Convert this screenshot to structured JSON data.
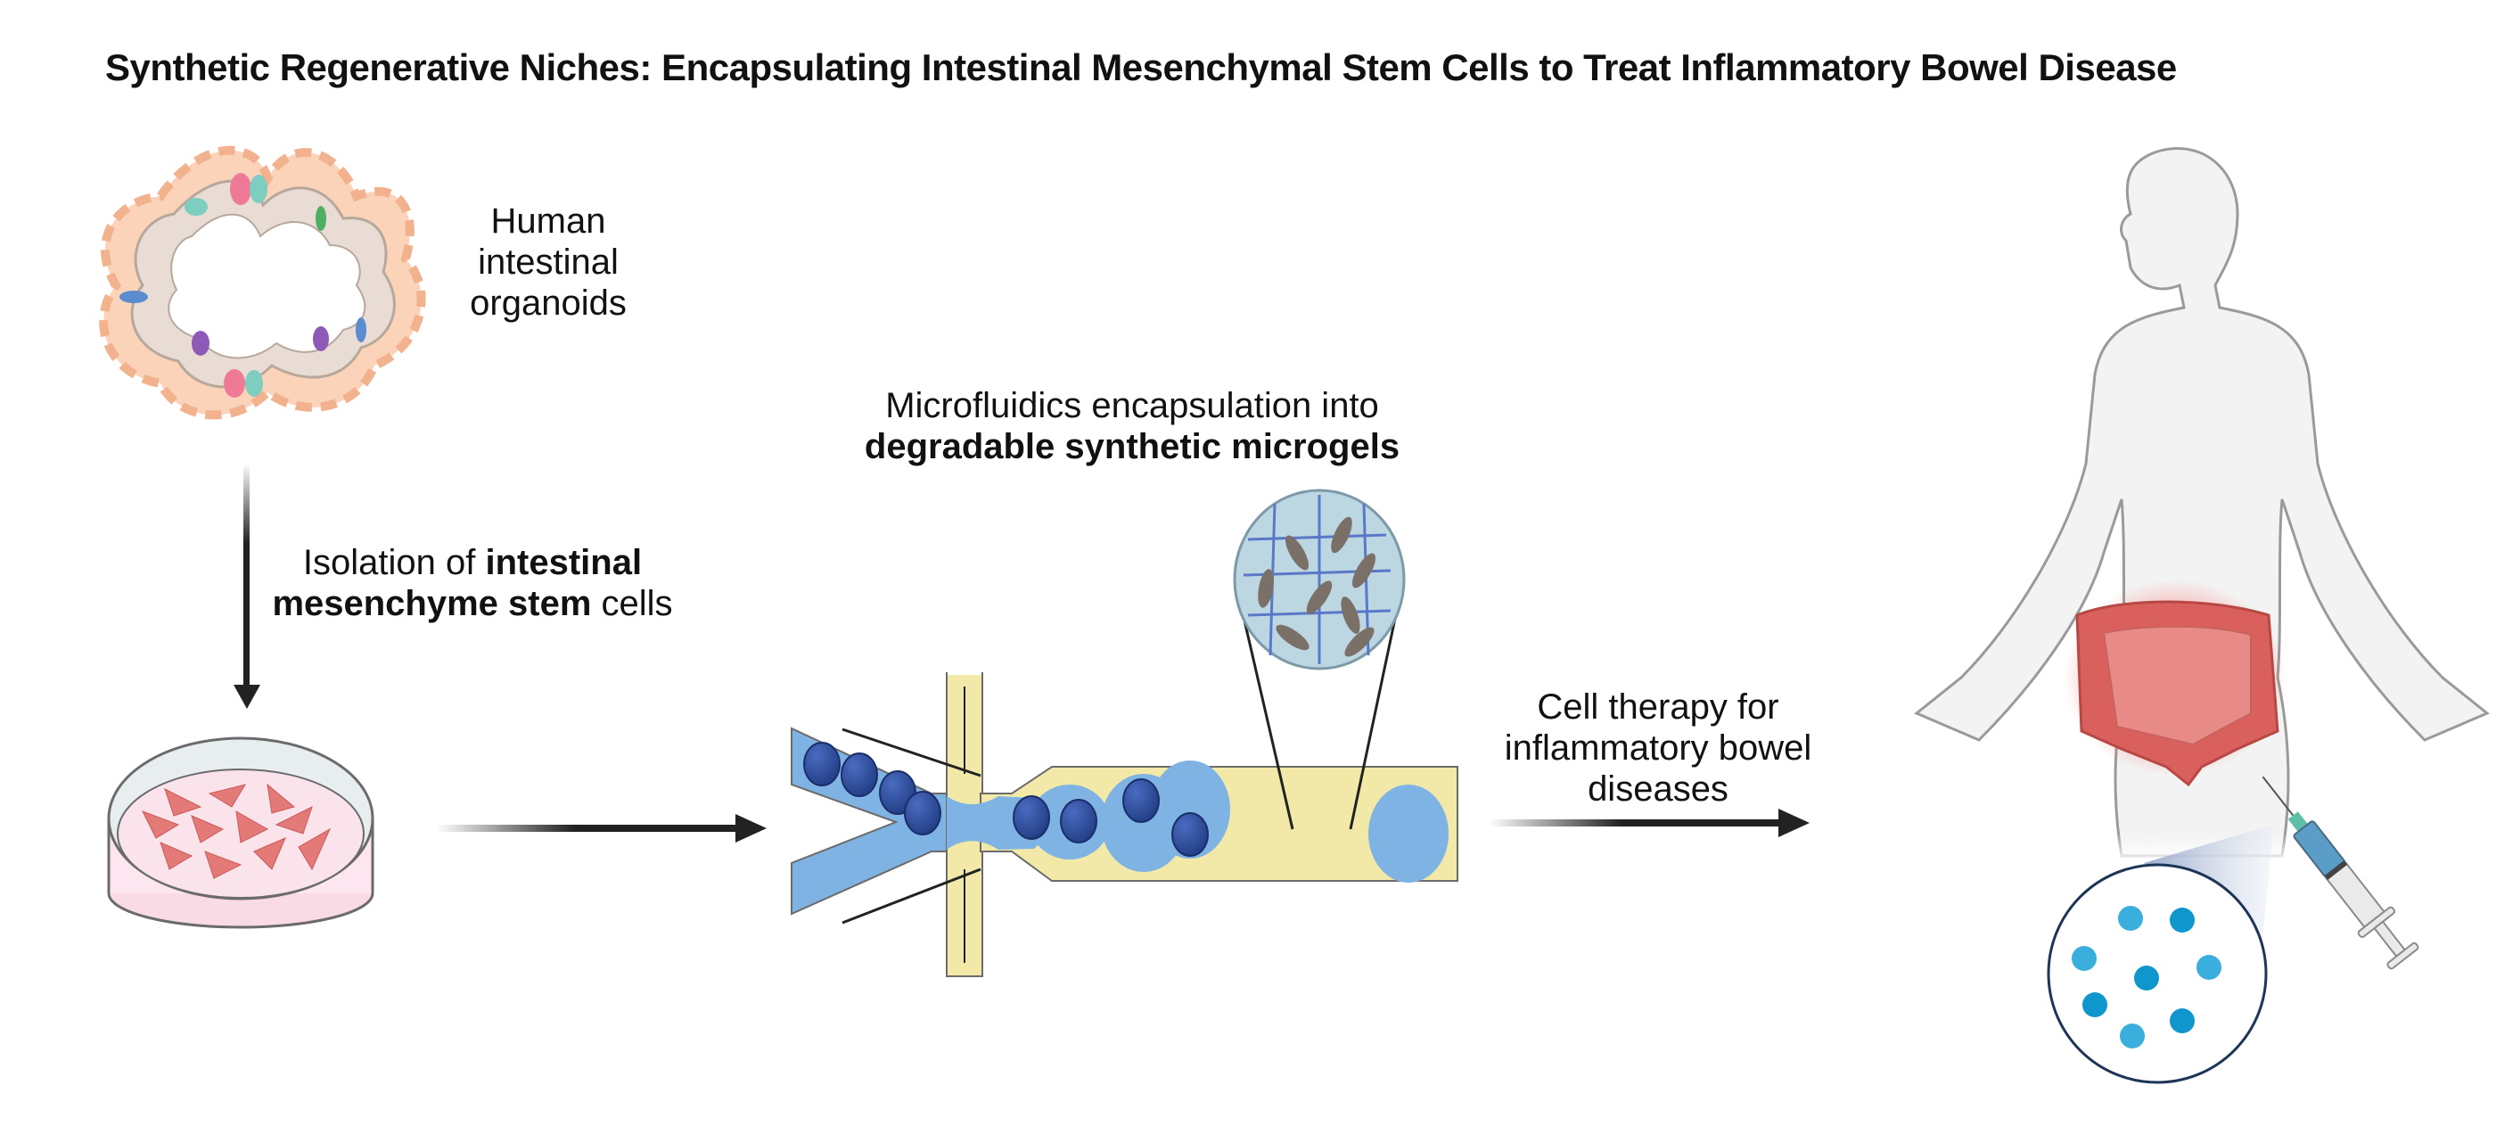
{
  "title": "Synthetic Regenerative Niches: Encapsulating Intestinal Mesenchymal Stem Cells to Treat Inflammatory Bowel Disease",
  "steps": {
    "organoids": {
      "label_lines": [
        "Human",
        "intestinal",
        "organoids"
      ]
    },
    "isolation": {
      "prefix": "Isolation of ",
      "bold_1": "intestinal",
      "bold_2": "mesenchyme stem",
      "suffix": " cells"
    },
    "encapsulation": {
      "line_1": "Microfluidics encapsulation into",
      "line_2_bold": "degradable synthetic microgels"
    },
    "therapy": {
      "label_lines": [
        "Cell therapy for",
        "inflammatory bowel",
        "diseases"
      ]
    }
  },
  "icons": [
    "organoid-illustration",
    "petri-dish-icon",
    "microfluidic-chip-illustration",
    "microgel-magnified-icon",
    "human-body-illustration",
    "inflamed-intestine-icon",
    "syringe-icon",
    "microgel-beads-magnified-icon"
  ],
  "colors": {
    "arrow": "#222222",
    "oil_channel": "#f2e9a8",
    "aqueous_channel": "#7fb3e4",
    "cell_bead": "#2d4a94",
    "intestine": "#d9605c",
    "microgel_bead": "#2ea6d8",
    "zoom_circle_stroke": "#1d3557"
  }
}
